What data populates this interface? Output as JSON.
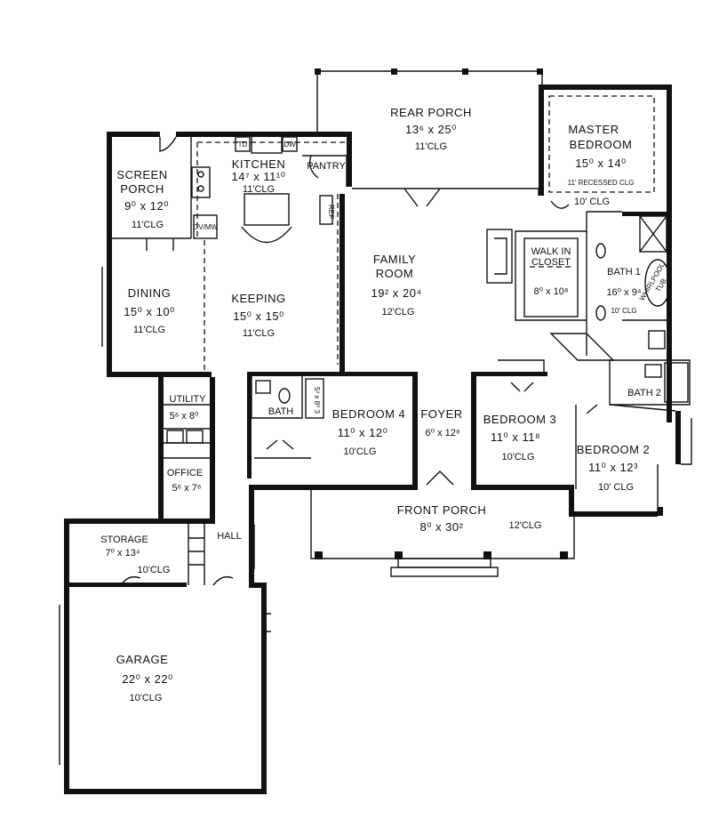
{
  "rooms": {
    "rear_porch": {
      "name": "REAR PORCH",
      "size": "13⁶ x 25⁰",
      "clg": "11'CLG"
    },
    "master": {
      "name1": "MASTER",
      "name2": "BEDROOM",
      "size": "15⁰ x 14⁰",
      "clg": "11' RECESSED CLG",
      "clg2": "10' CLG"
    },
    "screen_porch": {
      "name1": "SCREEN",
      "name2": "PORCH",
      "size": "9⁰ x 12⁰",
      "clg": "11'CLG"
    },
    "kitchen": {
      "name": "KITCHEN",
      "size": "14⁷ x 11¹⁰",
      "clg": "11'CLG",
      "pantry": "PANTRY",
      "td": "TD",
      "dw": "DW",
      "ref": "REF",
      "ovmw": "OV/MW"
    },
    "dining": {
      "name": "DINING",
      "size": "15⁰ x 10⁰",
      "clg": "11'CLG"
    },
    "keeping": {
      "name": "KEEPING",
      "size": "15⁰ x 15⁰",
      "clg": "11'CLG"
    },
    "family": {
      "name1": "FAMILY",
      "name2": "ROOM",
      "size": "19² x 20⁴",
      "clg": "12'CLG"
    },
    "walk_in": {
      "name1": "WALK IN",
      "name2": "CLOSET",
      "size": "8⁰ x 10⁸"
    },
    "bath1": {
      "name": "BATH 1",
      "size": "16⁰ x 9⁴",
      "clg": "10' CLG",
      "tub1": "WHIRLPOOL",
      "tub2": "TUB"
    },
    "utility": {
      "name": "UTILITY",
      "size": "5⁶ x 8⁰"
    },
    "bath": {
      "name": "BATH",
      "closet": "5² x 8⁰ 3"
    },
    "bedroom4": {
      "name": "BEDROOM 4",
      "size": "11⁰ x 12⁰",
      "clg": "10'CLG"
    },
    "foyer": {
      "name": "FOYER",
      "size": "6⁰ x 12⁸"
    },
    "bedroom3": {
      "name": "BEDROOM 3",
      "size": "11⁰ x 11⁸",
      "clg": "10'CLG"
    },
    "bath2": {
      "name": "BATH 2"
    },
    "bedroom2": {
      "name": "BEDROOM 2",
      "size": "11⁰ x 12³",
      "clg": "10' CLG"
    },
    "office": {
      "name": "OFFICE",
      "size": "5⁶ x 7⁶"
    },
    "front_porch": {
      "name": "FRONT PORCH",
      "size": "8⁰ x 30²",
      "clg": "12'CLG"
    },
    "storage": {
      "name": "STORAGE",
      "size": "7⁰ x 13⁴",
      "clg": "10'CLG"
    },
    "hall": {
      "name": "HALL"
    },
    "garage": {
      "name": "GARAGE",
      "size": "22⁰ x 22⁰",
      "clg": "10'CLG"
    }
  }
}
